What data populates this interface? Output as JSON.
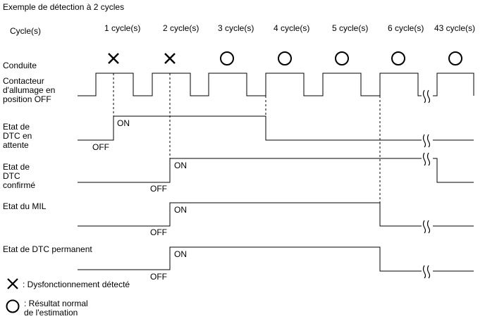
{
  "title": "Exemple de détection à 2 cycles",
  "cycle_header": "Cycle(s)",
  "cycles": [
    "1 cycle(s)",
    "2 cycle(s)",
    "3 cycle(s)",
    "4 cycle(s)",
    "5 cycle(s)",
    "6 cycle(s)",
    "43 cycle(s)"
  ],
  "rows": {
    "conduite": "Conduite",
    "contacteur": "Contacteur\nd'allumage en\nposition OFF",
    "dtc_attente": "Etat de\nDTC en\nattente",
    "dtc_confirme": "Etat de\nDTC\nconfirmé",
    "mil": "Etat du MIL",
    "dtc_permanent": "Etat de DTC permanent"
  },
  "driving_results": [
    "malfunction",
    "malfunction",
    "normal",
    "normal",
    "normal",
    "normal",
    "normal"
  ],
  "state_labels": {
    "on": "ON",
    "off": "OFF"
  },
  "legend": {
    "malfunction": ": Dysfonctionnement détecté",
    "normal": ": Résultat normal\nde l'estimation"
  }
}
